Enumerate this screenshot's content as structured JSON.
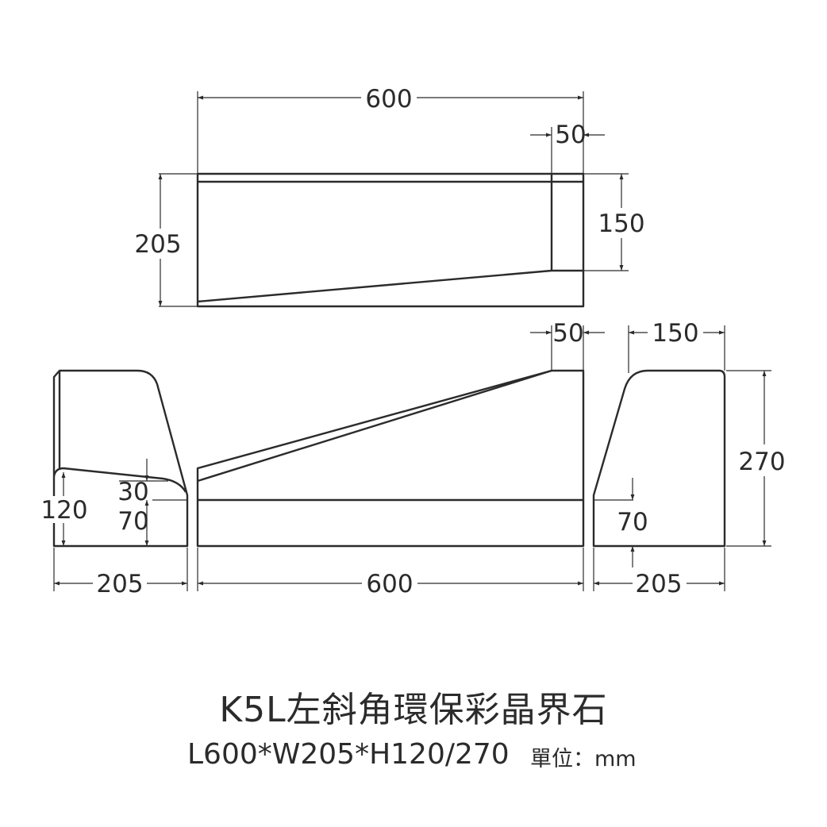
{
  "title": "K5L左斜角環保彩晶界石",
  "spec": "L600*W205*H120/270",
  "unit": "單位：mm",
  "dims": {
    "top_length": "600",
    "top_end": "50",
    "top_width": "205",
    "top_inner": "150",
    "front_end": "50",
    "front_length": "600",
    "left_base": "205",
    "left_height": "120",
    "left_step": "30",
    "left_lower": "70",
    "right_top": "150",
    "right_height": "270",
    "right_lower": "70",
    "right_base": "205"
  }
}
